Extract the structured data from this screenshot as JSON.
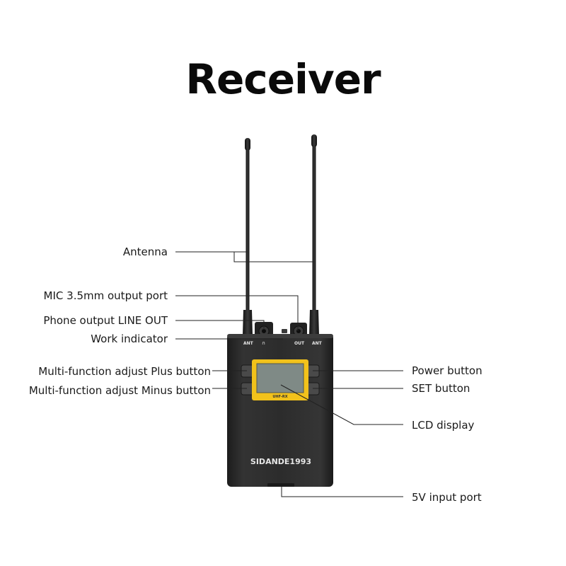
{
  "title": "Receiver",
  "device": {
    "brand": "SIDANDE1993",
    "lcd_label": "UHF-RX",
    "port_ant_left": "ANT",
    "port_phone": "∩",
    "port_out": "OUT",
    "port_ant_right": "ANT",
    "body_color": "#2b2b2b",
    "lcd_frame_color": "#f2c21b",
    "lcd_screen_color": "#7f8a86"
  },
  "callouts": {
    "antenna": "Antenna",
    "mic_output": "MIC 3.5mm output port",
    "phone_output": "Phone output LINE OUT",
    "work_indicator": "Work indicator",
    "plus_button": "Multi-function adjust Plus button",
    "minus_button": "Multi-function adjust Minus button",
    "power_button": "Power button",
    "set_button": "SET button",
    "lcd_display": "LCD display",
    "usb_input": "5V input port"
  }
}
